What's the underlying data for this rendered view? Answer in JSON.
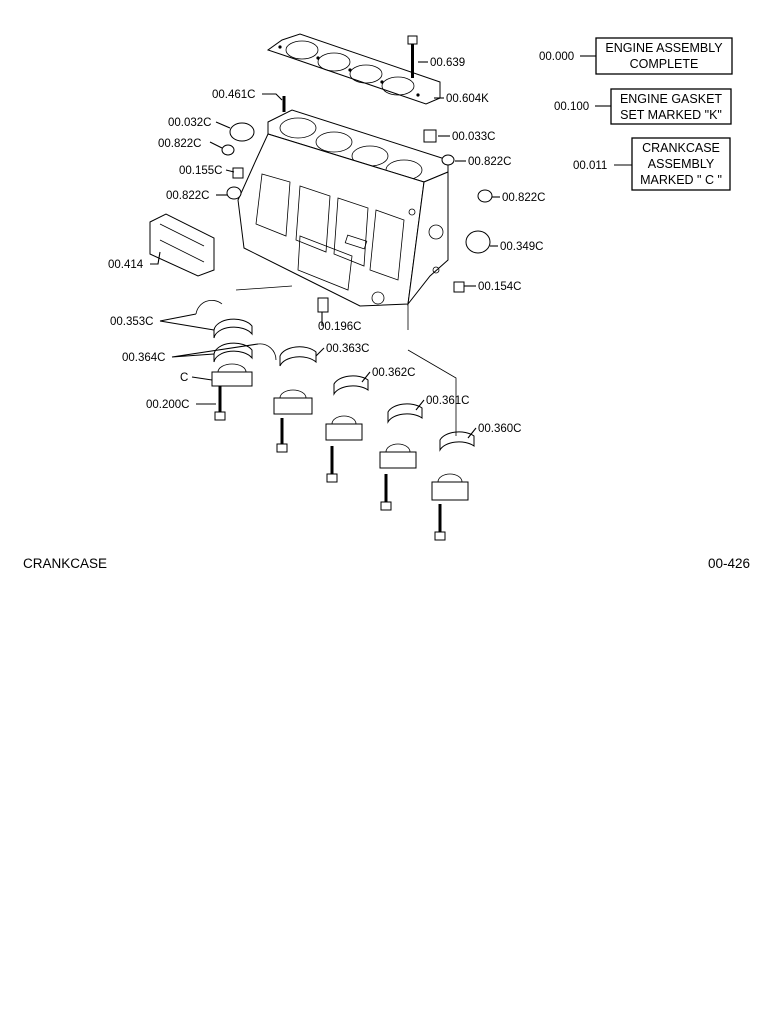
{
  "legend": [
    {
      "code": "00.000",
      "lines": [
        "ENGINE ASSEMBLY",
        "COMPLETE"
      ]
    },
    {
      "code": "00.100",
      "lines": [
        "ENGINE GASKET",
        "SET MARKED \"K\""
      ]
    },
    {
      "code": "00.011",
      "lines": [
        "CRANKCASE",
        "ASSEMBLY",
        "MARKED \" C \""
      ]
    }
  ],
  "callouts": {
    "c639": "00.639",
    "c461": "00.461C",
    "c604": "00.604K",
    "c032": "00.032C",
    "c033": "00.033C",
    "c822a": "00.822C",
    "c822b": "00.822C",
    "c155": "00.155C",
    "c822c": "00.822C",
    "c822d": "00.822C",
    "c349": "00.349C",
    "c414": "00.414",
    "c154": "00.154C",
    "c353": "00.353C",
    "c196": "00.196C",
    "c364": "00.364C",
    "c363": "00.363C",
    "c_c": "C",
    "c362": "00.362C",
    "c200": "00.200C",
    "c361": "00.361C",
    "c360": "00.360C"
  },
  "footer": {
    "title": "CRANKCASE",
    "page_code": "00-426"
  }
}
